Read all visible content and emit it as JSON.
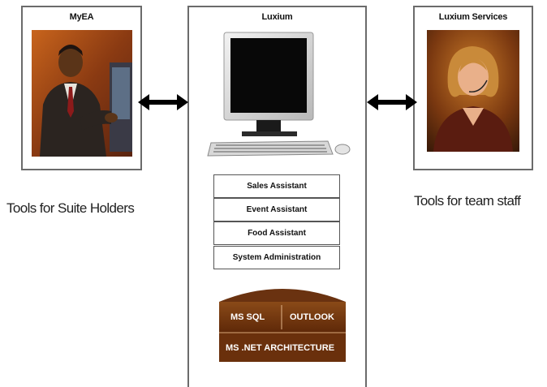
{
  "panels": {
    "left_title": "MyEA",
    "center_title": "Luxium",
    "right_title": "Luxium Services"
  },
  "captions": {
    "left": "Tools for Suite Holders",
    "right": "Tools for team staff"
  },
  "modules": [
    "Sales Assistant",
    "Event Assistant",
    "Food Assistant",
    "System Administration"
  ],
  "architecture": {
    "db_label": "MS SQL",
    "mail_label": "OUTLOOK",
    "base_label": "MS .NET ARCHITECTURE",
    "color": "#7a3a0c"
  },
  "icons": [
    "person-at-computer-icon",
    "computer-workstation-icon",
    "double-arrow-icon",
    "support-agent-icon",
    "architecture-house-icon"
  ]
}
